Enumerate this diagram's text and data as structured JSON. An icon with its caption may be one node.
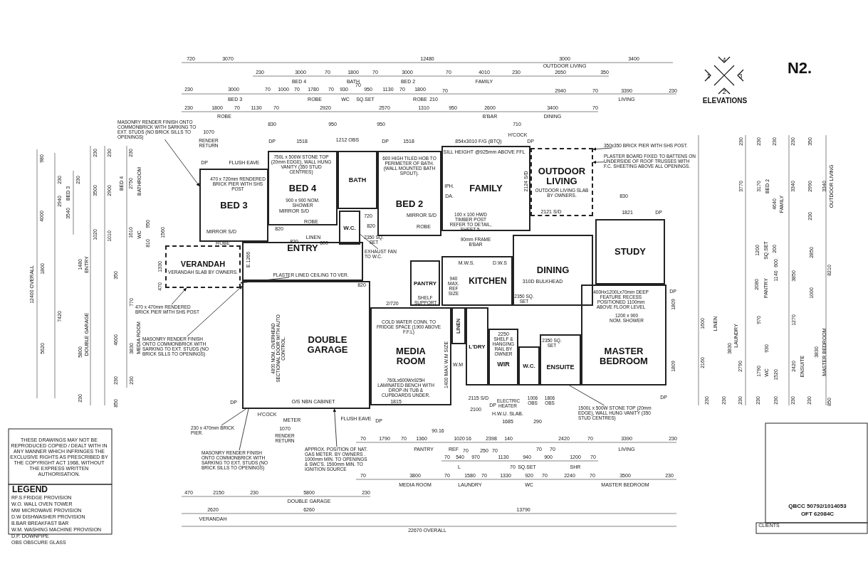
{
  "diagram": {
    "nodes": [
      {
        "text": [
          "BED 3"
        ]
      },
      {
        "text": [
          "BED 4"
        ]
      },
      {
        "text": [
          "BATH"
        ]
      },
      {
        "text": [
          "W.C."
        ]
      },
      {
        "text": [
          "BED 2"
        ]
      },
      {
        "text": [
          "FAMILY"
        ]
      },
      {
        "text": [
          "OUTDOOR LIVING",
          "OUTDOOR LIVING SLAB BY OWNERS."
        ]
      },
      {
        "text": [
          "STUDY"
        ]
      },
      {
        "text": [
          "ENTRY"
        ]
      },
      {
        "text": [
          "VERANDAH",
          "VERANDAH SLAB BY OWNERS."
        ]
      },
      {
        "text": [
          "DINING"
        ]
      },
      {
        "text": [
          "KITCHEN"
        ]
      },
      {
        "text": [
          "PANTRY"
        ]
      },
      {
        "text": [
          "DOUBLE GARAGE"
        ]
      },
      {
        "text": [
          "MEDIA ROOM"
        ]
      },
      {
        "text": [
          "LINEN"
        ]
      },
      {
        "text": [
          "L'DRY"
        ]
      },
      {
        "text": [
          "WIR"
        ]
      },
      {
        "text": [
          "W.C."
        ]
      },
      {
        "text": [
          "ENSUITE"
        ]
      },
      {
        "text": [
          "MASTER BEDROOM"
        ]
      },
      {
        "text": [
          "MASONRY RENDER FINISH ONTO COMMONBRICK WITH SARKING TO EXT. STUDS (NO BRICK SILLS TO OPENINGS)"
        ]
      },
      {
        "text": [
          "350x350 BRICK PIER WITH SHS POST."
        ]
      },
      {
        "text": [
          "PLASTER BOARD FIXED TO BATTENS ON UNDERSIDE OF ROOF TRUSSES WITH F.C. SHEETING ABOVE ALL OPENINGS."
        ]
      },
      {
        "text": [
          "470 x 470mm RENDERED BRICK PIER WITH SHS POST"
        ]
      },
      {
        "text": [
          "MASONRY RENDER FINISH ONTO COMMONBRICK WITH SARKING TO EXT. STUDS (NO BRICK SILLS TO OPENINGS)"
        ]
      },
      {
        "text": [
          "230 x 470mm BRICK PIER."
        ]
      },
      {
        "text": [
          "MASONRY RENDER FINISH ONTO COMMONBRICK WITH SARKING TO EXT. STUDS (NO BRICK SILLS TO OPENINGS)"
        ]
      },
      {
        "text": [
          "APPROX. POSITION OF NAT. GAS METER. BY OWNERS . 1000mm MIN. TO OPENINGS & SWC'S. 1500mm MIN. TO IGNITION SOURCE"
        ]
      },
      {
        "text": [
          "1500L x 500W STONE TOP (20mm EDGE), WALL HUNG VANITY (350 STUD CENTRES)"
        ]
      },
      {
        "text": [
          "EXHAUST FAN TO W.C."
        ]
      },
      {
        "text": [
          "PLASTER LINED CEILING TO VER."
        ],
        "in": 8
      }
    ],
    "edges": [
      {
        "from": 21,
        "to": 0,
        "arrow": "to"
      },
      {
        "from": 22,
        "to": 6,
        "arrow": "to"
      },
      {
        "from": 23,
        "to": 6,
        "arrow": "to"
      },
      {
        "from": 24,
        "to": 9,
        "arrow": "to"
      },
      {
        "from": 25,
        "to": 13,
        "arrow": "to"
      },
      {
        "from": 26,
        "to": 13,
        "arrow": "none"
      },
      {
        "from": 27,
        "to": 13,
        "arrow": "none"
      },
      {
        "from": 28,
        "to": 13,
        "arrow": "to"
      },
      {
        "from": 29,
        "to": 19,
        "arrow": "none"
      },
      {
        "from": 30,
        "to": 3,
        "arrow": "none"
      },
      {
        "from": 31,
        "to": 9,
        "arrow": "to"
      }
    ],
    "labels": [
      "720",
      "3070",
      "12480",
      "3000",
      "3400",
      "OUTDOOR LIVING",
      "230",
      "3000",
      "70",
      "1800",
      "70",
      "3000",
      "70",
      "4010",
      "230",
      "2650",
      "350",
      "BED 4",
      "BATH",
      "BED 2",
      "FAMILY",
      "230",
      "3000",
      "70",
      "1000",
      "70",
      "1780",
      "70",
      "930",
      "70",
      "950",
      "1130",
      "70",
      "1800",
      "70",
      "2940",
      "70",
      "3390",
      "230",
      "BED 3",
      "ROBE",
      "WC",
      "SQ.SET",
      "ROBE",
      "210",
      "LIVING",
      "230",
      "1800",
      "70",
      "1130",
      "70",
      "2920",
      "2570",
      "1310",
      "950",
      "2600",
      "3400",
      "70",
      "ROBE",
      "B'BAR",
      "DINING",
      "830",
      "950",
      "950",
      "710",
      "1070",
      "RENDER RETURN",
      "DP",
      "1518",
      "1212 OBS",
      "DP",
      "1518",
      "854x3010 F/G (BTQ)",
      "H'COCK",
      "DP",
      "SILL HEIGHT @925mm ABOVE FFL",
      "DP",
      "FLUSH EAVE",
      "470 x 720mm RENDERED BRICK PIER WITH SHS POST",
      "MIRROR S/D",
      "ROBE",
      "750L x 500W STONE TOP (20mm EDGE), WALL HUNG VANITY (350 STUD CENTRES)",
      "900 x 900 NOM. SHOWER",
      "MIRROR S/D",
      "ROBE",
      "LINEN",
      "820",
      "820",
      "600 HIGH TILED HOB TO PERIMETER OF BATH. (WALL MOUNTED BATH SPOUT).",
      "720",
      "820",
      "MIRROR S/D",
      "ROBE",
      "2350 SQ. SET",
      "600",
      "IPH.",
      "DA.",
      "100 x 100 HWD TIMBER POST REFER TO DETAIL, SHEET 5.",
      "2124 S/D",
      "2121 S/D",
      "830",
      "1821",
      "DP",
      "90mm FRAME B'BAR",
      "M.W.S.",
      "D.W.S",
      "940 MAX. REF SIZE",
      "310D BULKHEAD",
      "SHELF SUPPORT",
      "2/720",
      "820",
      "2350 SQ. SET",
      "E.1266",
      "4800 NOM. OVERHEAD SECTIONAL DOOR WITH AUTO CONTROL.",
      "DP",
      "O/S NBN CABINET",
      "H'COCK",
      "METER",
      "FLUSH EAVE",
      "DP",
      "1070",
      "RENDER RETURN",
      "COLD WATER CONN. TO FRIDGE SPACE (1900 ABOVE F.F.L)",
      "760Lx600Wx925H LAMINATED BENCH WITH DROP-IN TUB & CUPBOARDS UNDER.",
      "1815",
      "W.M",
      "1400 MAX W.M SIZE",
      "SHELF & HANGING RAIL BY OWNER",
      "2250",
      "2350 SQ. SET",
      "400Hx1200Lx70mm DEEP FEATURE RECESS POSITIONED 1100mm ABOVE FLOOR LEVEL",
      "1200 x 900 NOM. SHOWER",
      "1809",
      "1809",
      "DP",
      "2115 S/D",
      "DP",
      "ELECTRIC HEATER",
      "1006 OBS",
      "1806 OBS",
      "DP",
      "2100",
      "H.W.U. SLAB.",
      "1685",
      "290",
      "90.16",
      "70",
      "1790",
      "70",
      "1360",
      "1020",
      "16",
      "2398",
      "140",
      "2420",
      "70",
      "3390",
      "230",
      "PANTRY",
      "REF",
      "70",
      "250",
      "70",
      "70",
      "70",
      "LIVING",
      "70",
      "540",
      "970",
      "1130",
      "940",
      "900",
      "1200",
      "70",
      "L",
      "70",
      "SQ.SET",
      "SHR",
      "70",
      "3800",
      "70",
      "1580",
      "70",
      "1330",
      "920",
      "70",
      "2240",
      "70",
      "3500",
      "230",
      "MEDIA ROOM",
      "LAUNDRY",
      "WC",
      "MASTER BEDROOM",
      "470",
      "2150",
      "230",
      "5800",
      "230",
      "DOUBLE GARAGE",
      "2620",
      "6260",
      "13790",
      "VERANDAH",
      "22670 OVERALL",
      "980",
      "4000",
      "230",
      "2940",
      "BED 3",
      "3540",
      "230",
      "230",
      "3500",
      "1020",
      "230",
      "2900",
      "1010",
      "BED 4",
      "230",
      "2750",
      "1610",
      "BATHROOM",
      "WC",
      "950",
      "810",
      "1560",
      "12400 OVERALL",
      "1800",
      "5620",
      "7420",
      "1480",
      "ENTRY",
      "5800",
      "DOUBLE GARAGE",
      "230",
      "350",
      "4600",
      "230",
      "850",
      "770",
      "3830",
      "MEDIA ROOM",
      "230",
      "1330",
      "470",
      "230",
      "3770",
      "230",
      "3170",
      "BED 2",
      "230",
      "4640",
      "FAMILY",
      "230",
      "3340",
      "350",
      "2990",
      "230",
      "3340",
      "OUTDOOR LIVING",
      "1200",
      "SQ.SET",
      "200",
      "2850",
      "3850",
      "8210",
      "2080",
      "PANTRY",
      "1140",
      "600",
      "1000",
      "1600",
      "LINEN",
      "2160",
      "3830",
      "LAUNDRY",
      "2790",
      "970",
      "1790",
      "930",
      "WC",
      "1520",
      "1270",
      "2420",
      "ENSUITE",
      "3830",
      "MASTER BEDROOM",
      "230",
      "230",
      "230",
      "230",
      "230",
      "230",
      "230",
      "850",
      "4",
      "1",
      "3",
      "2",
      "ELEVATIONS",
      "N2.",
      "QBCC 50792/1014053",
      "OFT 62084C",
      "CLIENTS",
      "THESE DRAWINGS MAY NOT BE REPRODUCED COPIED / DEALT WITH IN ANY MANNER WHICH INFRINGES THE EXCLUSIVE RIGHTS AS PRESCRIBED BY THE COPYRIGHT ACT 1968, WITHOUT THE EXPRESS WRITTEN AUTHORISATION.",
      "LEGEND"
    ],
    "legend": [
      {
        "text": "RF.S FRIDGE PROVISION"
      },
      {
        "text": "W.O. WALL OVEN TOWER"
      },
      {
        "text": "MW MICROWAVE PROVISION"
      },
      {
        "text": "D.W DISHWASHER PROVISION"
      },
      {
        "text": "B.BAR BREAKFAST BAR"
      },
      {
        "text": "W.M. WASHING MACHINE PROVISION"
      },
      {
        "text": "D.P. DOWNPIPE"
      },
      {
        "text": "OBS OBSCURE GLASS"
      }
    ]
  }
}
